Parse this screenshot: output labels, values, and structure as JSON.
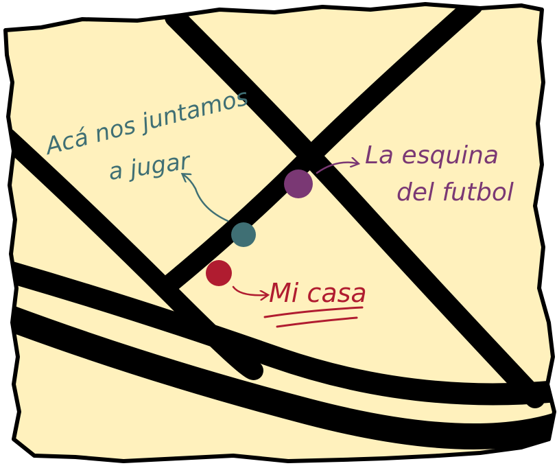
{
  "colors": {
    "paper": "#fff1bd",
    "paper_edge": "#000000",
    "road": "#000000",
    "meeting_point": "#3f6f74",
    "football_corner": "#7a3874",
    "home": "#b01c30"
  },
  "labels": {
    "meeting_line1": "Acá nos juntamos",
    "meeting_line2": "a jugar",
    "football_line1": "La esquina",
    "football_line2": "del futbol",
    "home": "Mi casa"
  },
  "markers": {
    "meeting_icon": "dot-marker",
    "football_icon": "dot-marker",
    "home_icon": "dot-marker",
    "arrow_icon": "hand-drawn-arrow"
  }
}
